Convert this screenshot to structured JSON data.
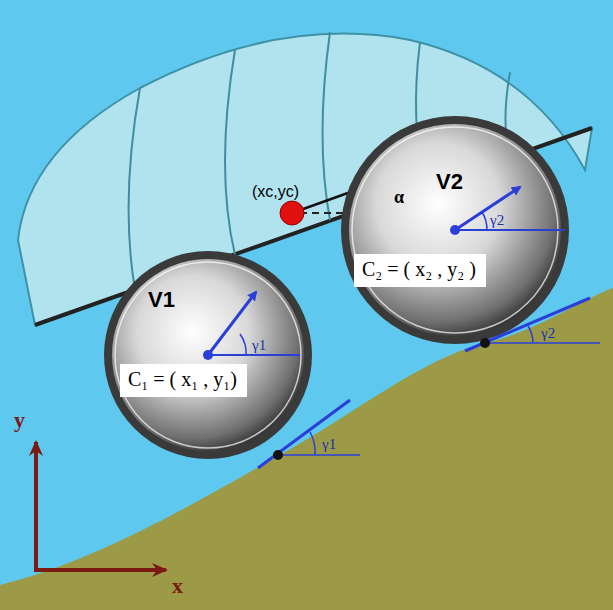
{
  "diagram": {
    "nodes": [
      {
        "text": [
          "C₁ = ( x₁ , y₁)"
        ]
      },
      {
        "text": [
          "C₂ = ( x₂ , y₂ )"
        ]
      }
    ],
    "labels": [
      "(xc,yc)",
      "α",
      "V2",
      "γ2",
      "V1",
      "γ1",
      "γ2",
      "γ1",
      "y",
      "x"
    ]
  }
}
